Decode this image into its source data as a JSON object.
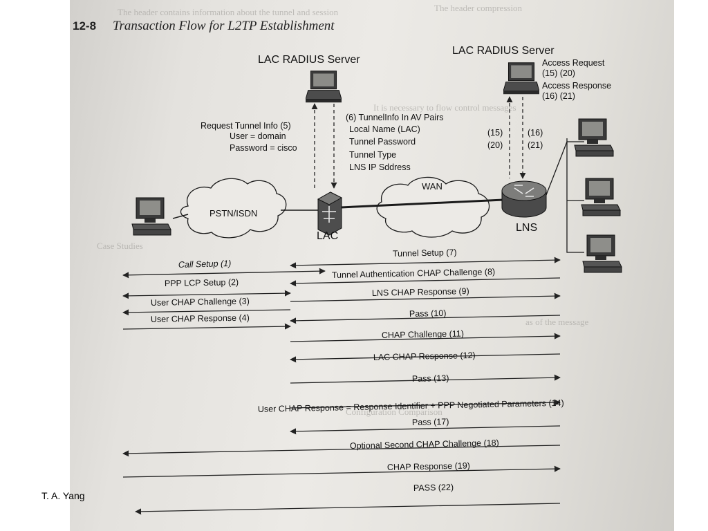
{
  "figure": {
    "number": "12-8",
    "title": "Transaction Flow for L2TP Establishment"
  },
  "devices": {
    "lac_radius_left": "LAC RADIUS Server",
    "lac_radius_right": "LAC RADIUS Server",
    "lac": "LAC",
    "lns": "LNS",
    "pstn": "PSTN/ISDN",
    "wan": "WAN"
  },
  "annotations": {
    "request_tunnel": [
      "Request Tunnel Info (5)",
      "User = domain",
      "Password = cisco"
    ],
    "tunnel_info": [
      "(6) TunnelInfo In AV Pairs",
      "Local Name (LAC)",
      "Tunnel Password",
      "Tunnel Type",
      "LNS IP Sddress"
    ],
    "access": [
      "Access Request",
      "(15) (20)",
      "Access Response",
      "(16) (21)"
    ],
    "left_steps": [
      "(15)",
      "(20)"
    ],
    "right_steps": [
      "(16)",
      "(21)"
    ]
  },
  "messages": [
    "Call Setup (1)",
    "Tunnel Setup (7)",
    "Tunnel Authentication CHAP Challenge (8)",
    "PPP LCP Setup (2)",
    "LNS CHAP Response (9)",
    "User CHAP Challenge (3)",
    "Pass (10)",
    "User CHAP Response (4)",
    "CHAP Challenge (11)",
    "LAC CHAP Response (12)",
    "Pass (13)",
    "User CHAP Response = Response Identifier + PPP Negotiated Parameters (14)",
    "Pass (17)",
    "Optional Second CHAP Challenge (18)",
    "CHAP Response (19)",
    "PASS (22)"
  ],
  "credit": "T. A. Yang"
}
